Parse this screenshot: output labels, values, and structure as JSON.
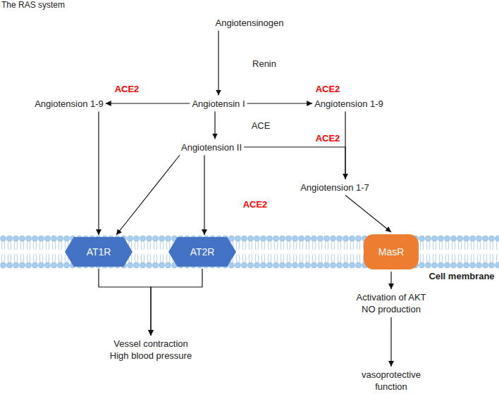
{
  "diagram": {
    "title": "The RAS system",
    "nodes": [
      {
        "text": [
          "Angiotensinogen"
        ]
      },
      {
        "text": [
          "Angiotensin I"
        ]
      },
      {
        "text": [
          "Angiotension 1-9"
        ]
      },
      {
        "text": [
          "Angiotension 1-9"
        ]
      },
      {
        "text": [
          "Angiotension II"
        ]
      },
      {
        "text": [
          "Angiotension 1-7"
        ]
      },
      {
        "text": [
          "AT1R"
        ]
      },
      {
        "text": [
          "AT2R"
        ]
      },
      {
        "text": [
          "MasR"
        ]
      },
      {
        "text": [
          "Vessel contraction High blood pressure"
        ]
      },
      {
        "text": [
          "Activation of AKT NO production"
        ]
      },
      {
        "text": [
          "vasoprotective function"
        ]
      }
    ],
    "edges": [
      {
        "from": 0,
        "to": 1,
        "label": "Renin",
        "arrow": "to"
      },
      {
        "from": 1,
        "to": 2,
        "label": "ACE2",
        "arrow": "to"
      },
      {
        "from": 1,
        "to": 3,
        "label": "ACE2",
        "arrow": "to"
      },
      {
        "from": 1,
        "to": 4,
        "label": "ACE",
        "arrow": "to"
      },
      {
        "from": 4,
        "to": 5,
        "label": "ACE2",
        "arrow": "to"
      },
      {
        "from": 3,
        "to": 5,
        "arrow": "to"
      },
      {
        "from": 4,
        "to": 7,
        "label": "ACE2",
        "arrow": "to"
      },
      {
        "from": 4,
        "to": 6,
        "arrow": "to"
      },
      {
        "from": 2,
        "to": 6,
        "arrow": "to"
      },
      {
        "from": 5,
        "to": 8,
        "arrow": "to"
      },
      {
        "from": 8,
        "to": 10,
        "arrow": "to"
      },
      {
        "from": 10,
        "to": 11,
        "arrow": "to"
      },
      {
        "from": 6,
        "to": 9,
        "arrow": "to"
      },
      {
        "from": 7,
        "to": 9,
        "arrow": "to"
      }
    ],
    "labels": [
      "Cell membrane"
    ]
  }
}
